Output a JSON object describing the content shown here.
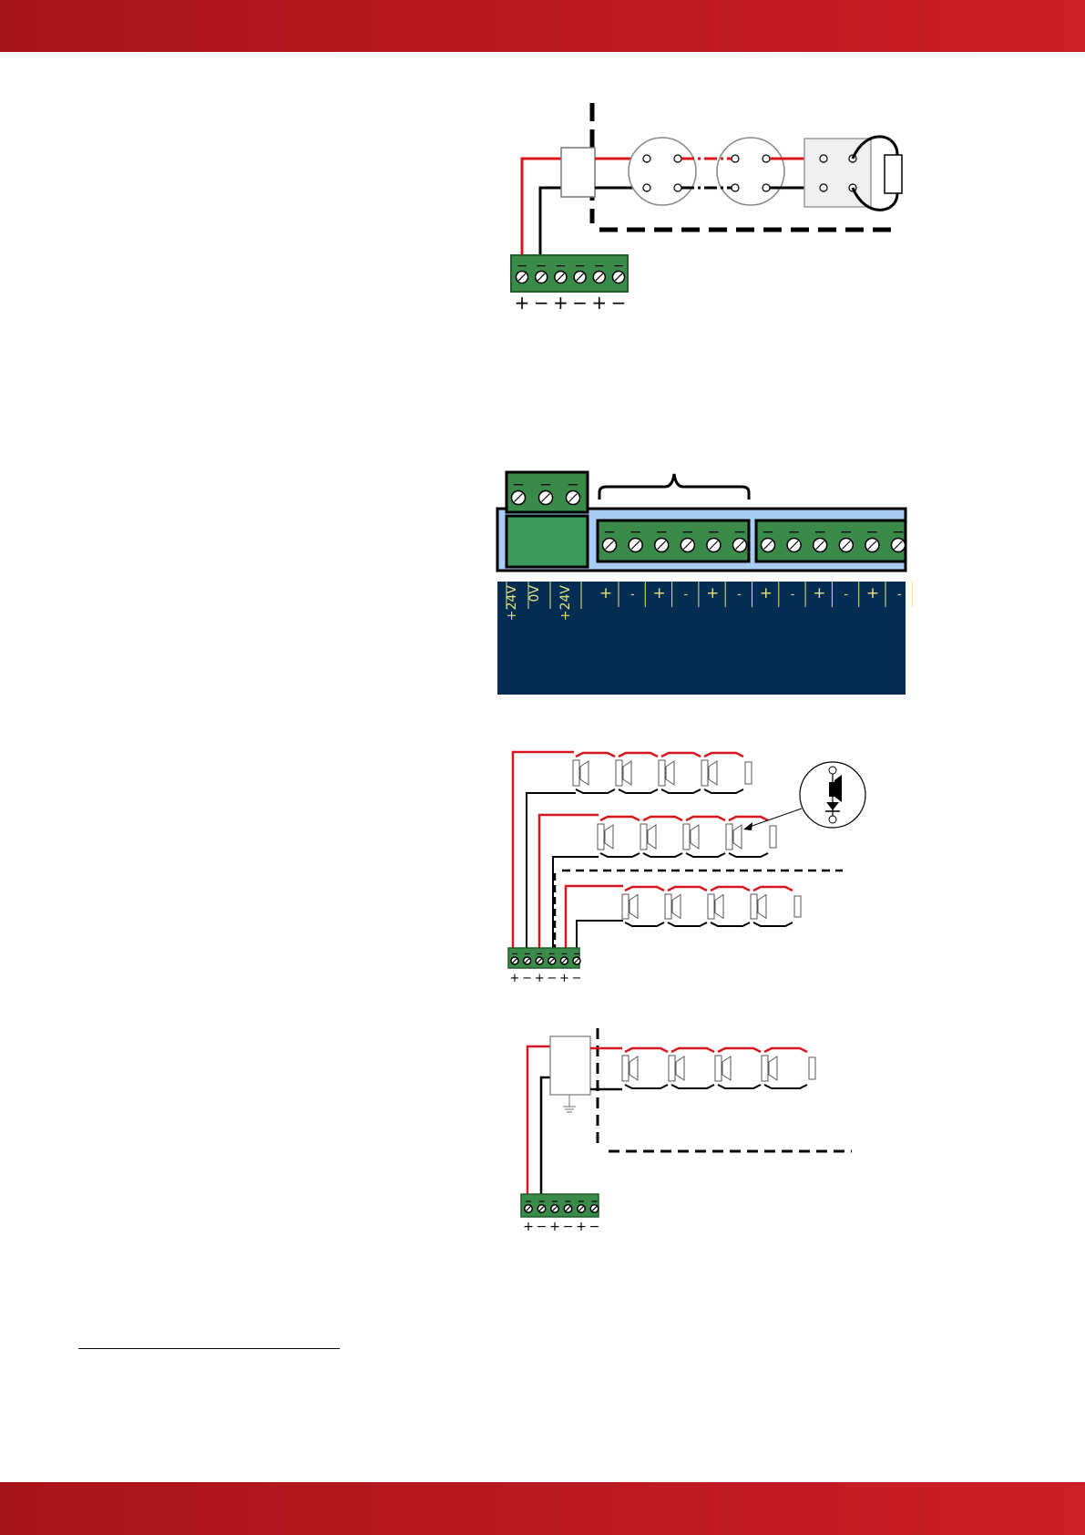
{
  "colors": {
    "band": "#cc1f27",
    "band_dark": "#a8141b",
    "terminal_green": "#3a8a49",
    "terminal_dark": "#1f5d2b",
    "panel_blue": "#a9cdf2",
    "panel_navy": "#032d51",
    "label_yellow": "#e6e283",
    "wire_red": "#d9161e",
    "wire_black": "#000000"
  },
  "terminal_signs": {
    "diagram1": [
      "+",
      "−",
      "+",
      "−",
      "+",
      "−"
    ],
    "diagram3": [
      "+",
      "−",
      "+",
      "−",
      "+",
      "−"
    ],
    "diagram4": [
      "+",
      "−",
      "+",
      "−",
      "+",
      "−"
    ]
  },
  "panel_labels": {
    "power": [
      "+24V",
      "0V",
      "+24V"
    ],
    "outputs": [
      "+",
      "-",
      "+",
      "-",
      "+",
      "-",
      "+",
      "-",
      "+",
      "-",
      "+",
      "-"
    ]
  }
}
